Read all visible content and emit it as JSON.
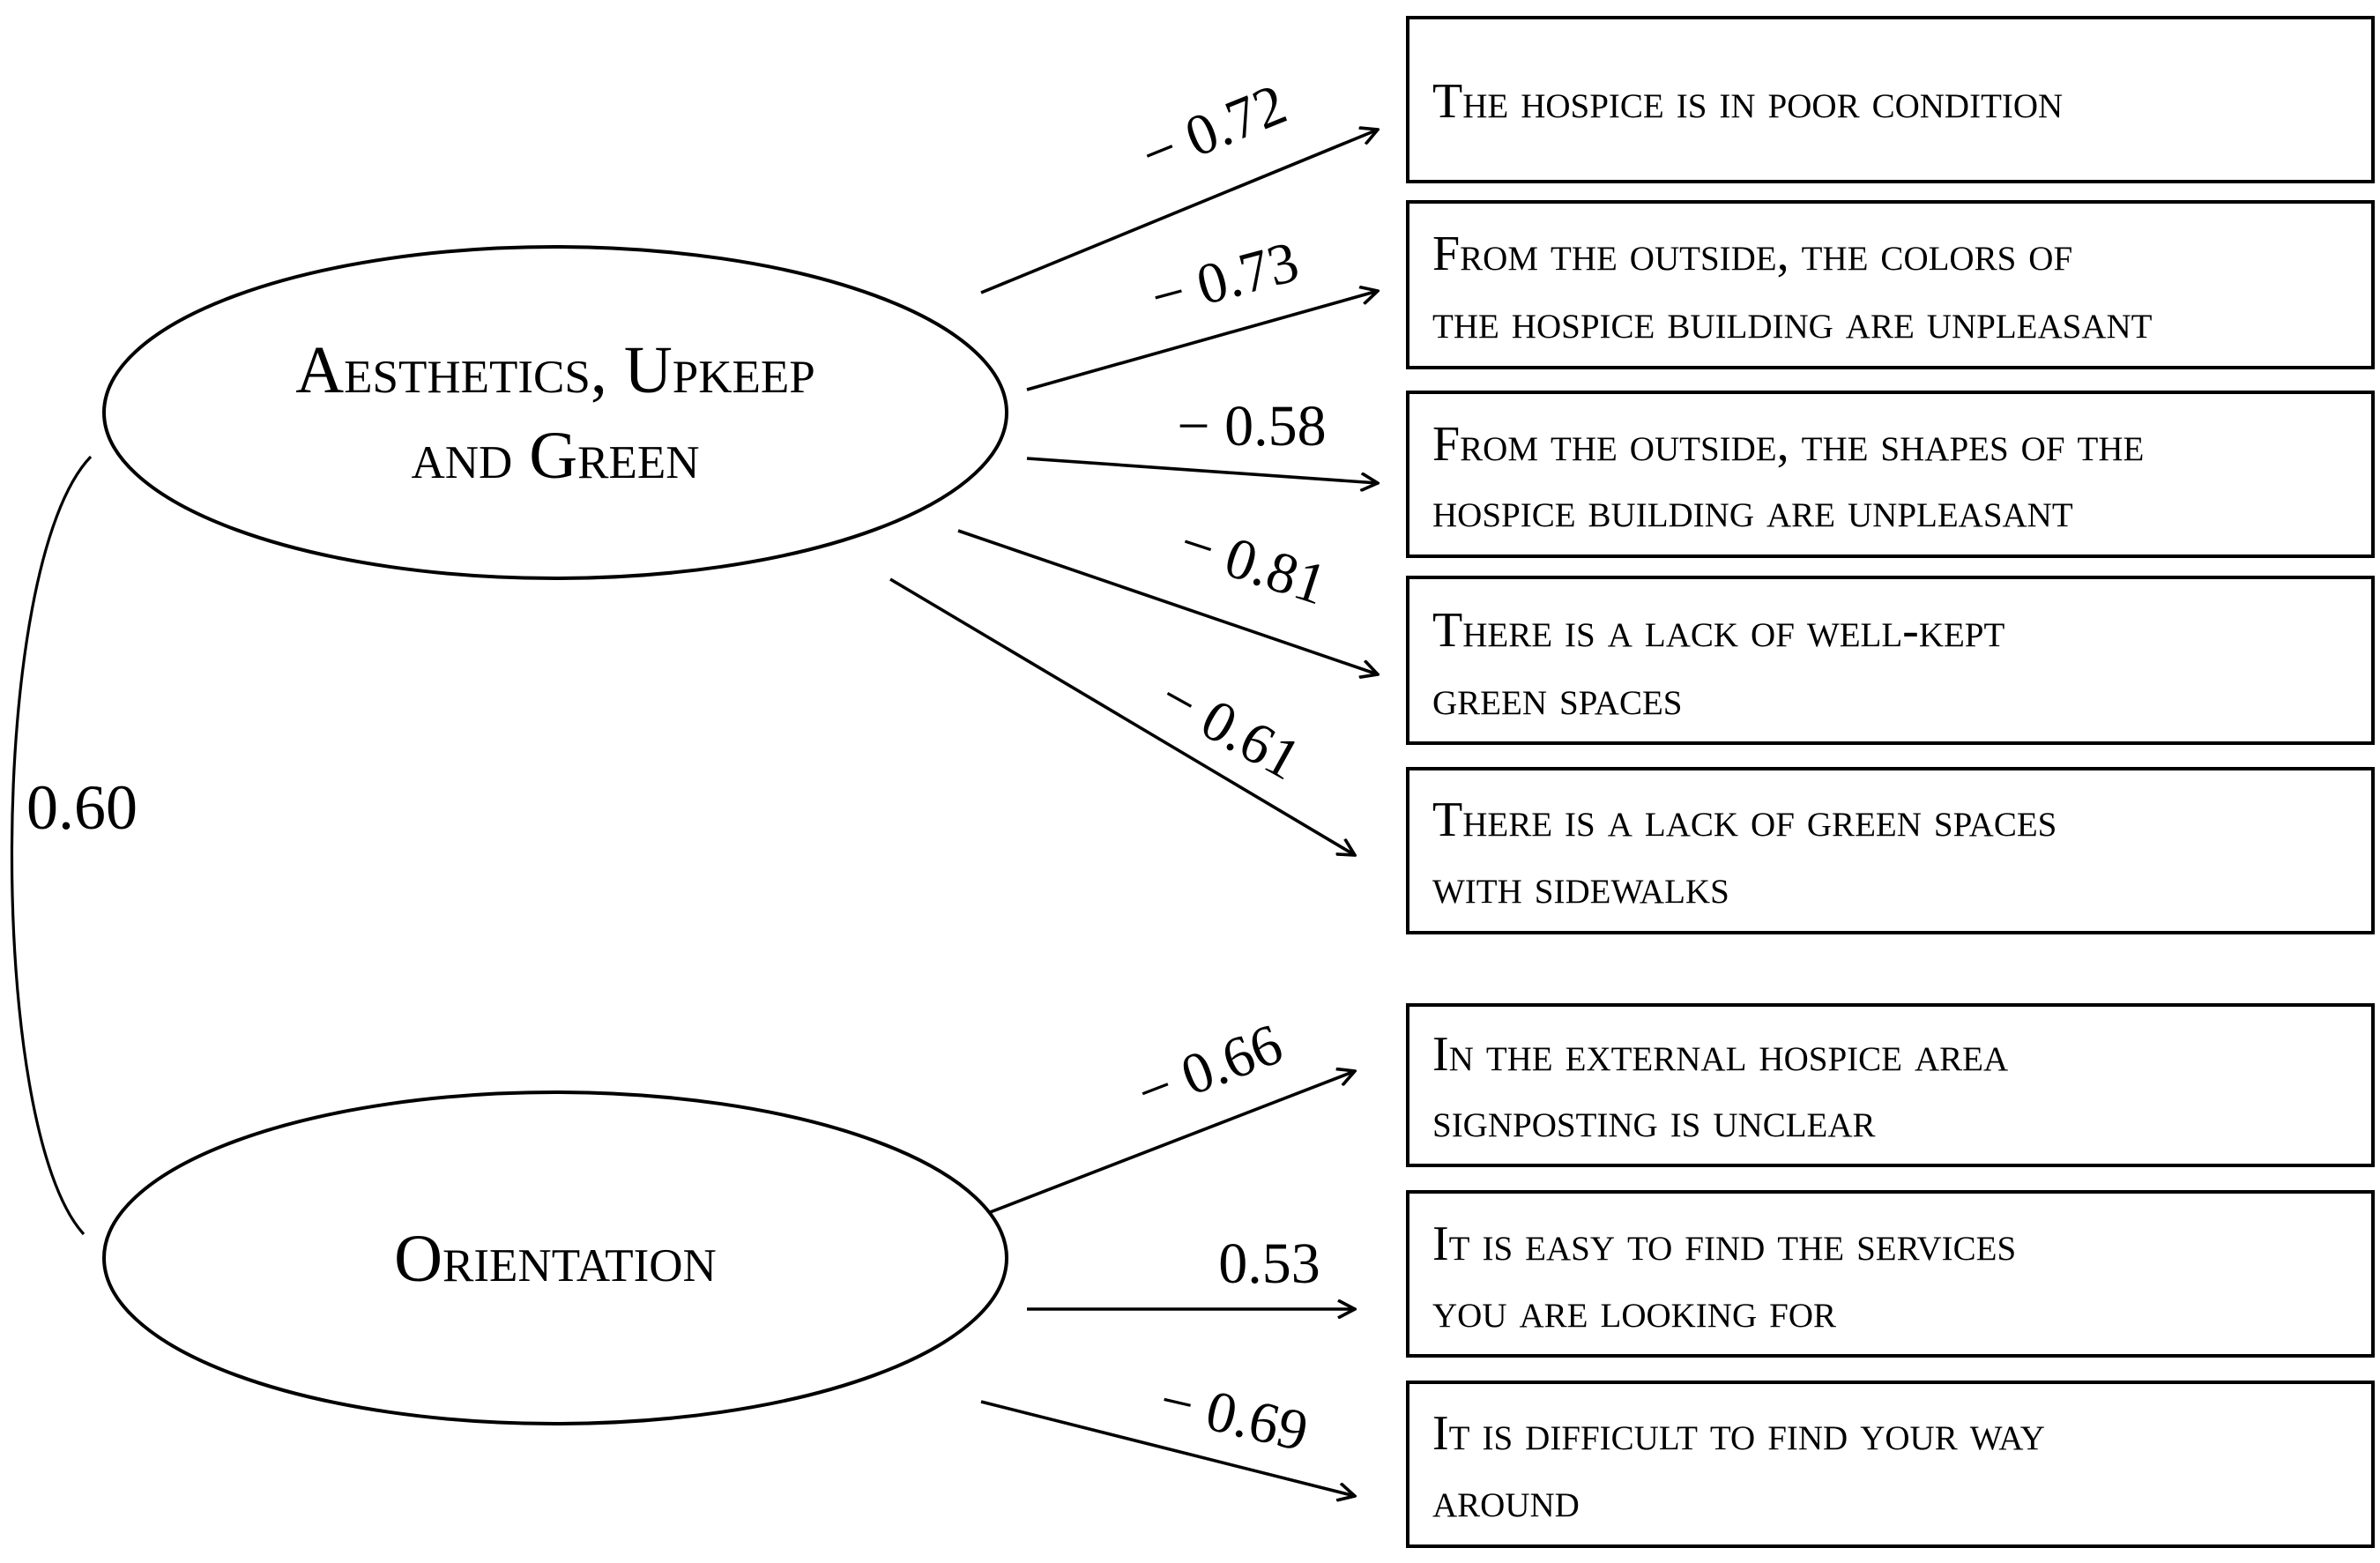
{
  "factors": [
    {
      "id": "aesthetics",
      "lines": [
        "Aesthetics, Upkeep",
        "and Green"
      ]
    },
    {
      "id": "orientation",
      "lines": [
        "Orientation"
      ]
    }
  ],
  "correlation": {
    "value": "0.60"
  },
  "items": [
    {
      "lines": [
        "The hospice is in poor condition"
      ]
    },
    {
      "lines": [
        "From the outside, the colors of",
        "the hospice building are unpleasant"
      ]
    },
    {
      "lines": [
        "From the outside, the shapes of the",
        "hospice building are unpleasant"
      ]
    },
    {
      "lines": [
        "There is a lack of well-kept",
        "green spaces"
      ]
    },
    {
      "lines": [
        "There is a lack of green spaces",
        "with sidewalks"
      ]
    },
    {
      "lines": [
        "In the external hospice area",
        "signposting is unclear"
      ]
    },
    {
      "lines": [
        "It is easy to find the services",
        "you are looking for"
      ]
    },
    {
      "lines": [
        "It is difficult to find your way",
        "around"
      ]
    }
  ],
  "loadings": [
    {
      "factor": "aesthetics",
      "item": 0,
      "label": "− 0.72"
    },
    {
      "factor": "aesthetics",
      "item": 1,
      "label": "− 0.73"
    },
    {
      "factor": "aesthetics",
      "item": 2,
      "label": "− 0.58"
    },
    {
      "factor": "aesthetics",
      "item": 3,
      "label": "− 0.81"
    },
    {
      "factor": "aesthetics",
      "item": 4,
      "label": "− 0.61"
    },
    {
      "factor": "orientation",
      "item": 5,
      "label": "− 0.66"
    },
    {
      "factor": "orientation",
      "item": 6,
      "label": "0.53"
    },
    {
      "factor": "orientation",
      "item": 7,
      "label": "− 0.69"
    }
  ]
}
